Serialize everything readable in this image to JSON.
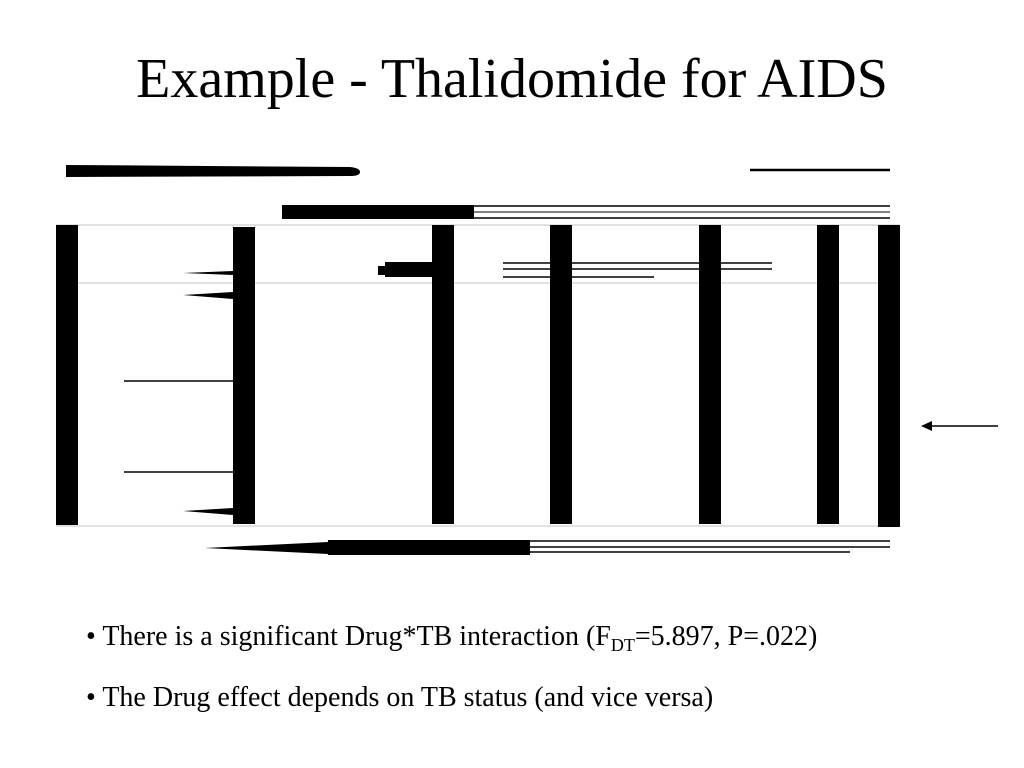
{
  "slide": {
    "title": "Example - Thalidomide for AIDS",
    "bullets": [
      {
        "bullet": "•",
        "before": "There is a significant Drug*TB interaction (F",
        "subscript": "DT",
        "after": "=5.897, P=.022)"
      },
      {
        "bullet": "•",
        "text": "The Drug effect depends on TB status (and vice versa)"
      }
    ]
  },
  "colors": {
    "background": "#ffffff",
    "ink": "#000000",
    "gridline": "#d9d9d9"
  }
}
